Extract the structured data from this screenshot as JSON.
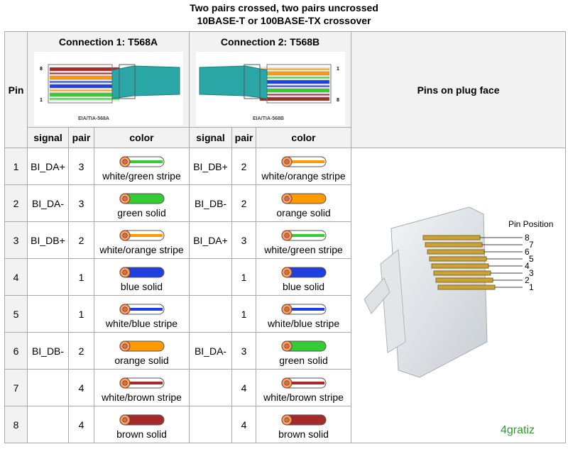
{
  "caption": {
    "line1": "Two pairs crossed, two pairs uncrossed",
    "line2": "10BASE-T or 100BASE-TX crossover"
  },
  "headers": {
    "pin": "Pin",
    "connection1": "Connection 1: T568A",
    "connection2": "Connection 2: T568B",
    "pins_on_plug_face": "Pins on plug face",
    "signal": "signal",
    "pair": "pair",
    "color": "color"
  },
  "diagrams": {
    "a_label": "EIA/TIA-568A",
    "b_label": "EIA/TIA-568B",
    "a_pin_top": "8",
    "a_pin_bottom": "1",
    "b_pin_top": "1",
    "b_pin_bottom": "8"
  },
  "plug": {
    "pin_position_label": "Pin Position",
    "pins": [
      "8",
      "7",
      "6",
      "5",
      "4",
      "3",
      "2",
      "1"
    ]
  },
  "rows": [
    {
      "pin": "1",
      "a_signal": "BI_DA+",
      "a_pair": "3",
      "a_color": "white/green stripe",
      "a_base": "#ffffff",
      "a_stripe": "#33cc33",
      "b_signal": "BI_DB+",
      "b_pair": "2",
      "b_color": "white/orange stripe",
      "b_base": "#ffffff",
      "b_stripe": "#ff9900"
    },
    {
      "pin": "2",
      "a_signal": "BI_DA-",
      "a_pair": "3",
      "a_color": "green solid",
      "a_base": "#33cc33",
      "a_stripe": "#33cc33",
      "b_signal": "BI_DB-",
      "b_pair": "2",
      "b_color": "orange solid",
      "b_base": "#ff9900",
      "b_stripe": "#ff9900"
    },
    {
      "pin": "3",
      "a_signal": "BI_DB+",
      "a_pair": "2",
      "a_color": "white/orange stripe",
      "a_base": "#ffffff",
      "a_stripe": "#ff9900",
      "b_signal": "BI_DA+",
      "b_pair": "3",
      "b_color": "white/green stripe",
      "b_base": "#ffffff",
      "b_stripe": "#33cc33"
    },
    {
      "pin": "4",
      "a_signal": "",
      "a_pair": "1",
      "a_color": "blue solid",
      "a_base": "#1f3fe0",
      "a_stripe": "#1f3fe0",
      "b_signal": "",
      "b_pair": "1",
      "b_color": "blue solid",
      "b_base": "#1f3fe0",
      "b_stripe": "#1f3fe0"
    },
    {
      "pin": "5",
      "a_signal": "",
      "a_pair": "1",
      "a_color": "white/blue stripe",
      "a_base": "#ffffff",
      "a_stripe": "#1f3fe0",
      "b_signal": "",
      "b_pair": "1",
      "b_color": "white/blue stripe",
      "b_base": "#ffffff",
      "b_stripe": "#1f3fe0"
    },
    {
      "pin": "6",
      "a_signal": "BI_DB-",
      "a_pair": "2",
      "a_color": "orange solid",
      "a_base": "#ff9900",
      "a_stripe": "#ff9900",
      "b_signal": "BI_DA-",
      "b_pair": "3",
      "b_color": "green solid",
      "b_base": "#33cc33",
      "b_stripe": "#33cc33"
    },
    {
      "pin": "7",
      "a_signal": "",
      "a_pair": "4",
      "a_color": "white/brown stripe",
      "a_base": "#ffffff",
      "a_stripe": "#a52a2a",
      "b_signal": "",
      "b_pair": "4",
      "b_color": "white/brown stripe",
      "b_base": "#ffffff",
      "b_stripe": "#a52a2a"
    },
    {
      "pin": "8",
      "a_signal": "",
      "a_pair": "4",
      "a_color": "brown solid",
      "a_base": "#a52a2a",
      "a_stripe": "#a52a2a",
      "b_signal": "",
      "b_pair": "4",
      "b_color": "brown solid",
      "b_base": "#a52a2a",
      "b_stripe": "#a52a2a"
    }
  ],
  "watermark": "4gratiz"
}
